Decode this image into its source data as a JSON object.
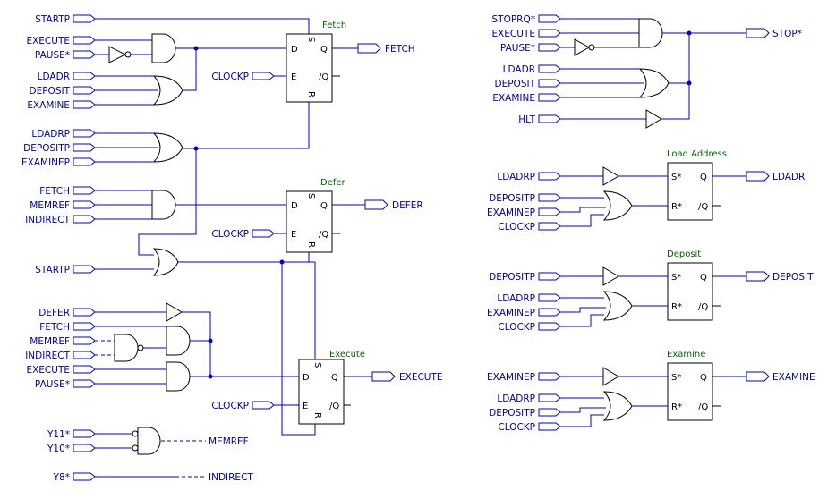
{
  "inputs": {
    "startp_top": "STARTP",
    "execute": "EXECUTE",
    "pause": "PAUSE*",
    "ldadr": "LDADR",
    "deposit": "DEPOSIT",
    "examine": "EXAMINE",
    "ldadrp": "LDADRP",
    "depositp": "DEPOSITP",
    "examinep": "EXAMINEP",
    "fetch": "FETCH",
    "memref": "MEMREF",
    "indirect": "INDIRECT",
    "startp_mid": "STARTP",
    "defer": "DEFER",
    "fetch2": "FETCH",
    "memref2": "MEMREF",
    "indirect2": "INDIRECT",
    "execute2": "EXECUTE",
    "pause2": "PAUSE*",
    "y11": "Y11*",
    "y10": "Y10*",
    "y8": "Y8*",
    "clockp": "CLOCKP",
    "stoprq": "STOPRQ*",
    "execute_r": "EXECUTE",
    "pause_r": "PAUSE*",
    "ldadr_r": "LDADR",
    "deposit_r": "DEPOSIT",
    "examine_r": "EXAMINE",
    "hlt": "HLT",
    "ldadrp_r": "LDADRP",
    "depositp_r": "DEPOSITP",
    "examinep_r": "EXAMINEP",
    "clockp_r": "CLOCKP"
  },
  "outputs": {
    "fetch": "FETCH",
    "defer": "DEFER",
    "execute": "EXECUTE",
    "memref": "MEMREF",
    "indirect": "INDIRECT",
    "stop": "STOP*",
    "ldadr": "LDADR",
    "deposit": "DEPOSIT",
    "examine": "EXAMINE"
  },
  "flipflops": {
    "fetch_title": "Fetch",
    "defer_title": "Defer",
    "execute_title": "Execute",
    "load_address_title": "Load Address",
    "deposit_title": "Deposit",
    "examine_title": "Examine"
  },
  "pins": {
    "d": "D",
    "e": "E",
    "q": "Q",
    "nq": "/Q",
    "s": "S",
    "r": "R",
    "s_star": "S*",
    "r_star": "R*"
  },
  "colors": {
    "wire": "#0000c8",
    "label": "#0000a0",
    "title": "#006400",
    "gate": "#000000"
  }
}
